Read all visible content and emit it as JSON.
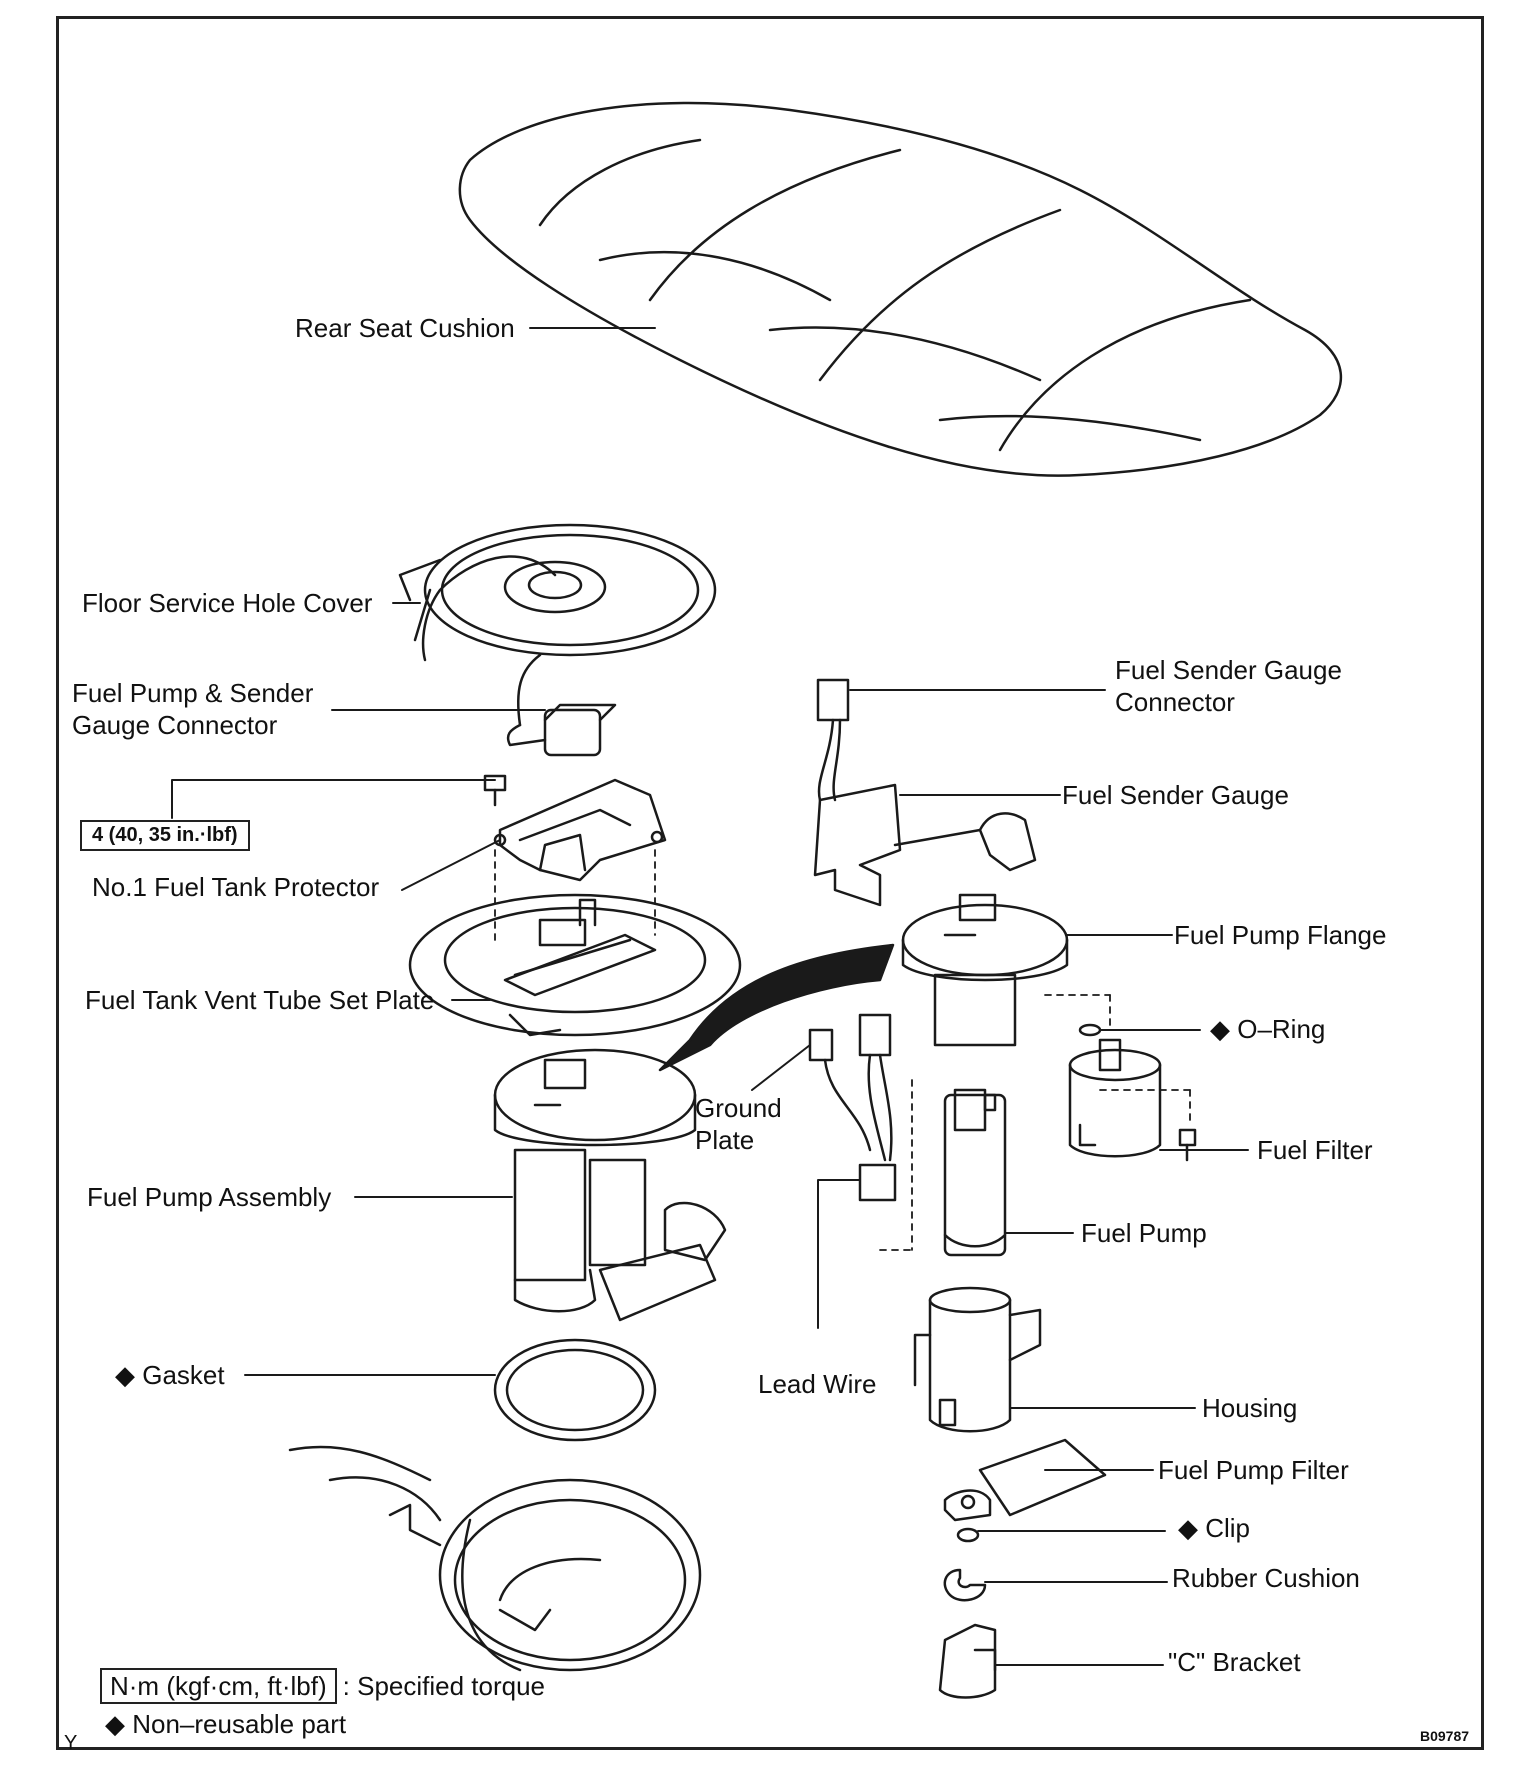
{
  "labels": {
    "rear_seat_cushion": "Rear Seat Cushion",
    "floor_service_hole_cover": "Floor Service Hole Cover",
    "fuel_pump_sender_connector_line1": "Fuel Pump & Sender",
    "fuel_pump_sender_connector_line2": "Gauge Connector",
    "torque_value": "4 (40, 35 in.·lbf)",
    "no1_fuel_tank_protector": "No.1 Fuel Tank Protector",
    "fuel_tank_vent_tube_set_plate": "Fuel Tank Vent Tube Set Plate",
    "fuel_pump_assembly": "Fuel Pump Assembly",
    "gasket": "◆ Gasket",
    "fuel_sender_gauge_connector_line1": "Fuel Sender Gauge",
    "fuel_sender_gauge_connector_line2": "Connector",
    "fuel_sender_gauge": "Fuel Sender Gauge",
    "fuel_pump_flange": "Fuel Pump Flange",
    "o_ring": "◆ O–Ring",
    "ground_plate_line1": "Ground",
    "ground_plate_line2": "Plate",
    "fuel_filter": "Fuel Filter",
    "fuel_pump": "Fuel Pump",
    "lead_wire": "Lead Wire",
    "housing": "Housing",
    "fuel_pump_filter": "Fuel Pump Filter",
    "clip": "◆ Clip",
    "rubber_cushion": "Rubber Cushion",
    "c_bracket": "\"C\" Bracket"
  },
  "legend": {
    "torque_unit": "N·m (kgf·cm, ft·lbf)",
    "torque_desc": ": Specified torque",
    "nonreusable": "◆ Non–reusable part"
  },
  "corner": {
    "left_mark": "Y",
    "figure_id": "B09787"
  }
}
